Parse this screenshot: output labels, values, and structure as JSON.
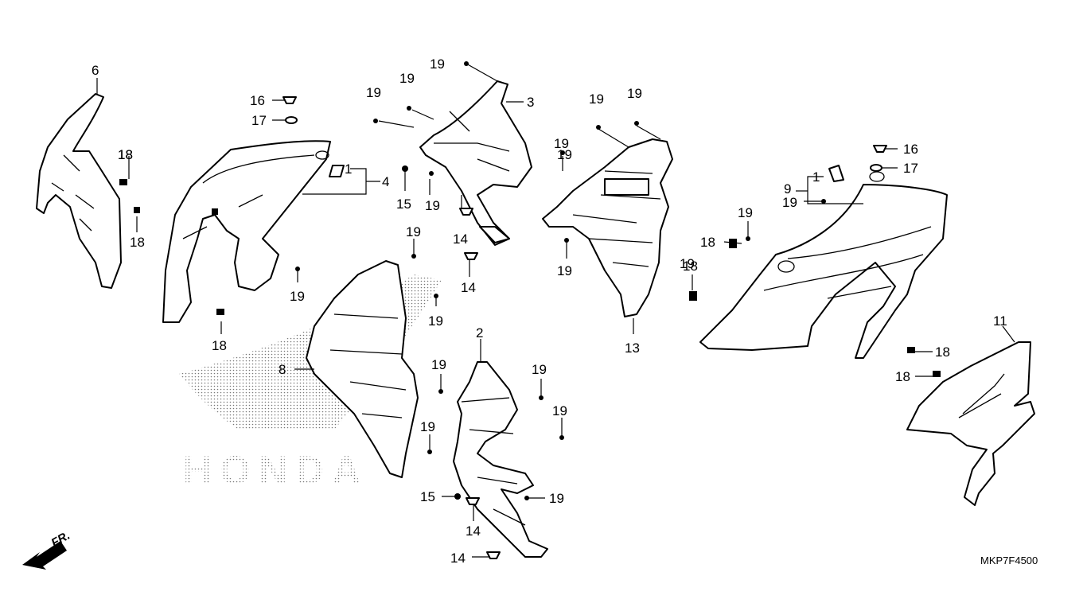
{
  "diagram_code": "MKP7F4500",
  "front_indicator": "FR.",
  "watermark_text": "HONDA",
  "callouts": [
    "19",
    "19",
    "19",
    "3",
    "19",
    "19",
    "19",
    "6",
    "16",
    "17",
    "18",
    "1",
    "4",
    "15",
    "19",
    "19",
    "18",
    "14",
    "14",
    "19",
    "19",
    "19",
    "18",
    "19",
    "19",
    "13",
    "16",
    "17",
    "1",
    "9",
    "19",
    "19",
    "18",
    "18",
    "8",
    "2",
    "19",
    "19",
    "19",
    "19",
    "18",
    "11",
    "18",
    "18",
    "15",
    "14",
    "19",
    "14"
  ]
}
